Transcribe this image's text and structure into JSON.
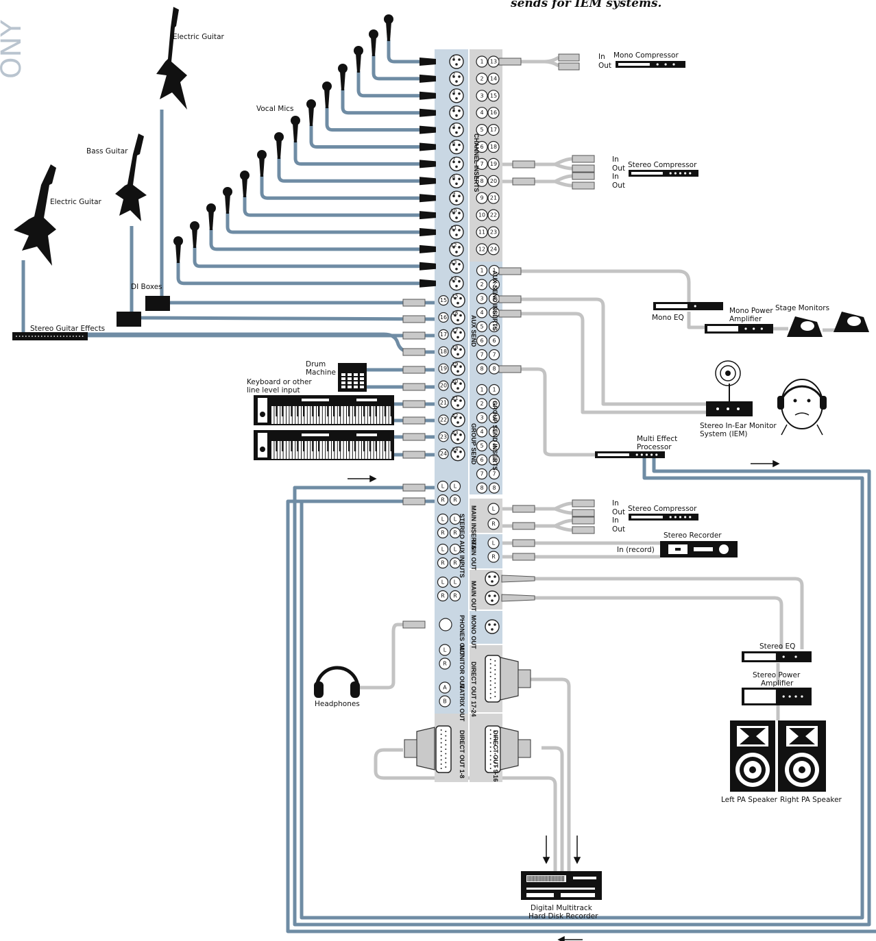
{
  "caption": "sends for IEM systems.",
  "watermark": "ONY",
  "colors": {
    "blue_cable": "#6f8ca4",
    "gray_cable": "#c3c3c3",
    "strip_blue": "#c9d7e3",
    "strip_gray": "#d4d4d4",
    "device": "#111111"
  },
  "labels": {
    "vocal_mics": "Vocal Mics",
    "electric_guitar_top": "Electric Guitar",
    "bass_guitar": "Bass Guitar",
    "electric_guitar_left": "Electric Guitar",
    "di_boxes": "DI Boxes",
    "stereo_guitar_effects": "Stereo Guitar Effects",
    "drum_machine_1": "Drum",
    "drum_machine_2": "Machine",
    "keyboard_1": "Keyboard or other",
    "keyboard_2": "line level input",
    "headphones": "Headphones",
    "mono_compressor": "Mono Compressor",
    "stereo_compressor_1": "Stereo Compressor",
    "mono_eq": "Mono EQ",
    "mono_power_amp_1": "Mono Power",
    "mono_power_amp_2": "Amplifier",
    "stage_monitors": "Stage Monitors",
    "iem_1": "Stereo In-Ear Monitor",
    "iem_2": "System (IEM)",
    "multi_effect_1": "Multi Effect",
    "multi_effect_2": "Processor",
    "stereo_compressor_2": "Stereo Compressor",
    "stereo_recorder": "Stereo Recorder",
    "in_record": "In (record)",
    "stereo_eq": "Stereo EQ",
    "stereo_power_amp_1": "Stereo Power",
    "stereo_power_amp_2": "Amplifier",
    "left_pa": "Left PA Speaker",
    "right_pa": "Right PA Speaker",
    "multitrack_1": "Digital Multitrack",
    "multitrack_2": "Hard Disk Recorder",
    "in": "In",
    "out": "Out"
  },
  "sections": {
    "channel_inserts": "CHANNEL INSERTS",
    "aux_send": "AUX SEND",
    "aux_send_inserts": "AUX SEND INSERTS",
    "group_send": "GROUP SEND",
    "group_send_inserts": "GROUP SEND INSERTS",
    "main_inserts": "MAIN INSERTS",
    "main_out_1": "MAIN OUT",
    "main_out_2": "MAIN OUT",
    "mono_out": "MONO OUT",
    "stereo_aux_inputs": "STEREO AUX INPUTS",
    "phones_out": "PHONES OUT",
    "monitor_out": "MONITOR OUT",
    "matrix_out": "MATRIX OUT",
    "direct_out_1_8": "DIRECT OUT 1-8",
    "direct_out_9_16": "DIRECT OUT 9-16",
    "direct_out_17_24": "DIRECT OUT 17-24"
  },
  "input_channels": [
    "1",
    "2",
    "3",
    "4",
    "5",
    "6",
    "7",
    "8",
    "9",
    "10",
    "11",
    "12",
    "13",
    "14",
    "15",
    "16",
    "17",
    "18",
    "19",
    "20",
    "21",
    "22",
    "23",
    "24"
  ],
  "insert_pairs": [
    [
      "1",
      "13"
    ],
    [
      "2",
      "14"
    ],
    [
      "3",
      "15"
    ],
    [
      "4",
      "16"
    ],
    [
      "5",
      "17"
    ],
    [
      "6",
      "18"
    ],
    [
      "7",
      "19"
    ],
    [
      "8",
      "20"
    ],
    [
      "9",
      "21"
    ],
    [
      "10",
      "22"
    ],
    [
      "11",
      "23"
    ],
    [
      "12",
      "24"
    ]
  ],
  "aux_sends": [
    "1",
    "2",
    "3",
    "4",
    "5",
    "6",
    "7",
    "8"
  ],
  "group_sends": [
    "1",
    "2",
    "3",
    "4",
    "5",
    "6",
    "7",
    "8"
  ],
  "stereo_aux_rows": [
    [
      "L",
      "L"
    ],
    [
      "R",
      "R"
    ],
    [
      "L",
      "L"
    ],
    [
      "R",
      "R"
    ],
    [
      "L",
      "L"
    ],
    [
      "R",
      "R"
    ],
    [
      "L",
      "L"
    ],
    [
      "R",
      "R"
    ]
  ],
  "main_inserts_jacks": [
    "L",
    "R"
  ],
  "main_out_jacks": [
    "L",
    "R"
  ],
  "monitor_out_jacks": [
    "L",
    "R"
  ],
  "matrix_out_jacks": [
    "A",
    "B"
  ]
}
